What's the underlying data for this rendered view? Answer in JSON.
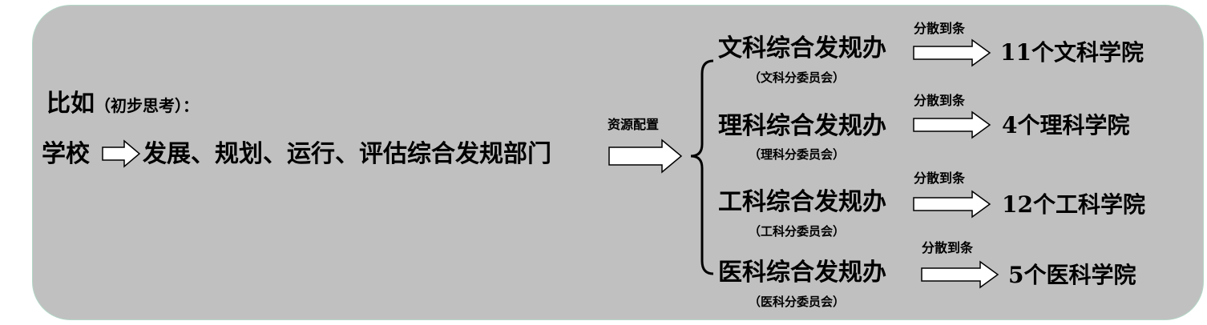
{
  "intro": {
    "label": "比如",
    "note": "（初步思考）："
  },
  "flow": {
    "start": "学校",
    "target": "发展、规划、运行、评估综合发规部门"
  },
  "resource_label": "资源配置",
  "branches": [
    {
      "office": "文科综合发规办",
      "committee": "（文科分委员会）",
      "distribute": "分散到条",
      "colleges": "11个文科学院"
    },
    {
      "office": "理科综合发规办",
      "committee": "（理科分委员会）",
      "distribute": "分散到条",
      "colleges": "4个理科学院"
    },
    {
      "office": "工科综合发规办",
      "committee": "（工科分委员会）",
      "distribute": "分散到条",
      "colleges": "12个工科学院"
    },
    {
      "office": "医科综合发规办",
      "committee": "（医科分委员会）",
      "distribute": "分散到条",
      "colleges": "5个医科学院"
    }
  ]
}
